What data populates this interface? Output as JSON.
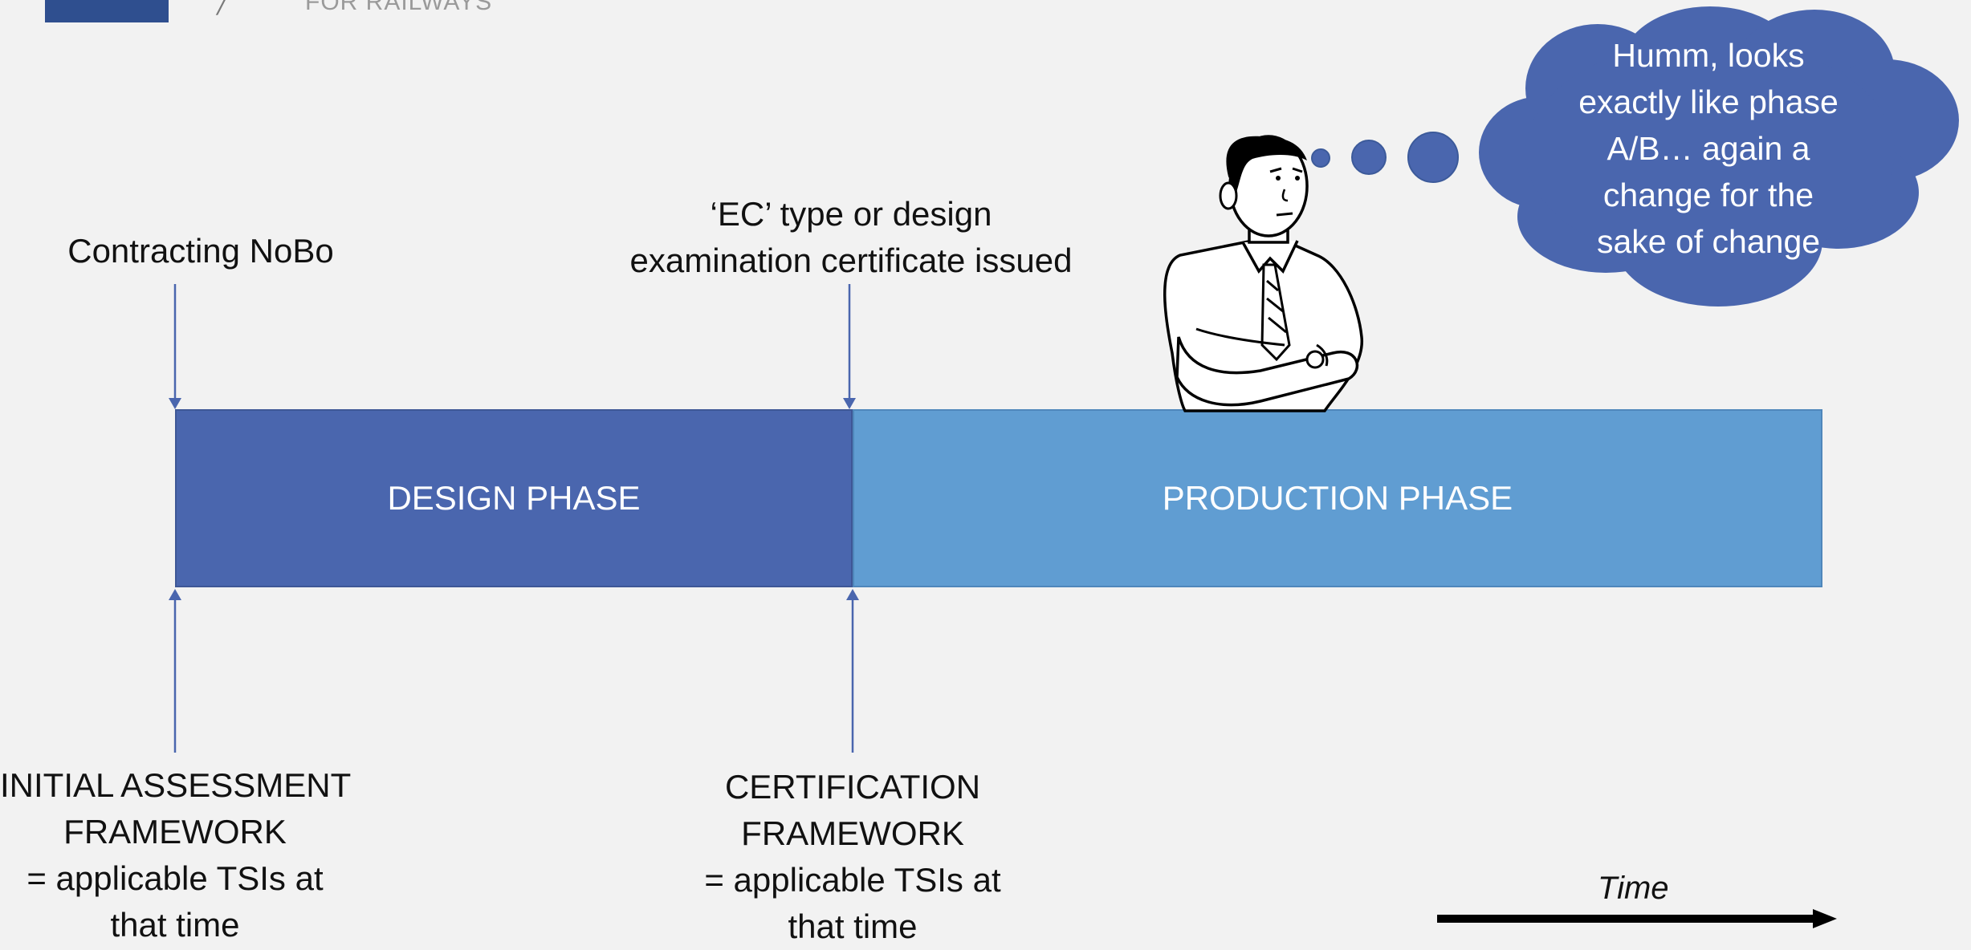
{
  "header": {
    "logo_text": "FOR RAILWAYS"
  },
  "milestones": {
    "contracting": "Contracting NoBo",
    "certificate_line1": "‘EC’ type or design",
    "certificate_line2": "examination certificate issued"
  },
  "phases": {
    "design": "DESIGN PHASE",
    "production": "PRODUCTION PHASE"
  },
  "frameworks": {
    "initial": [
      "INITIAL ASSESSMENT",
      "FRAMEWORK",
      "= applicable TSIs at",
      "that time"
    ],
    "certification": [
      "CERTIFICATION",
      "FRAMEWORK",
      "= applicable TSIs at",
      "that time"
    ]
  },
  "thought_bubble": {
    "lines": [
      "Humm, looks",
      "exactly like phase",
      "A/B… again a",
      "change for the",
      "sake of change"
    ]
  },
  "time_axis": {
    "label": "Time"
  },
  "colors": {
    "design_phase": "#4a66ae",
    "production_phase": "#609dd2",
    "cloud": "#4a66ae",
    "arrow": "#4a66ae"
  }
}
